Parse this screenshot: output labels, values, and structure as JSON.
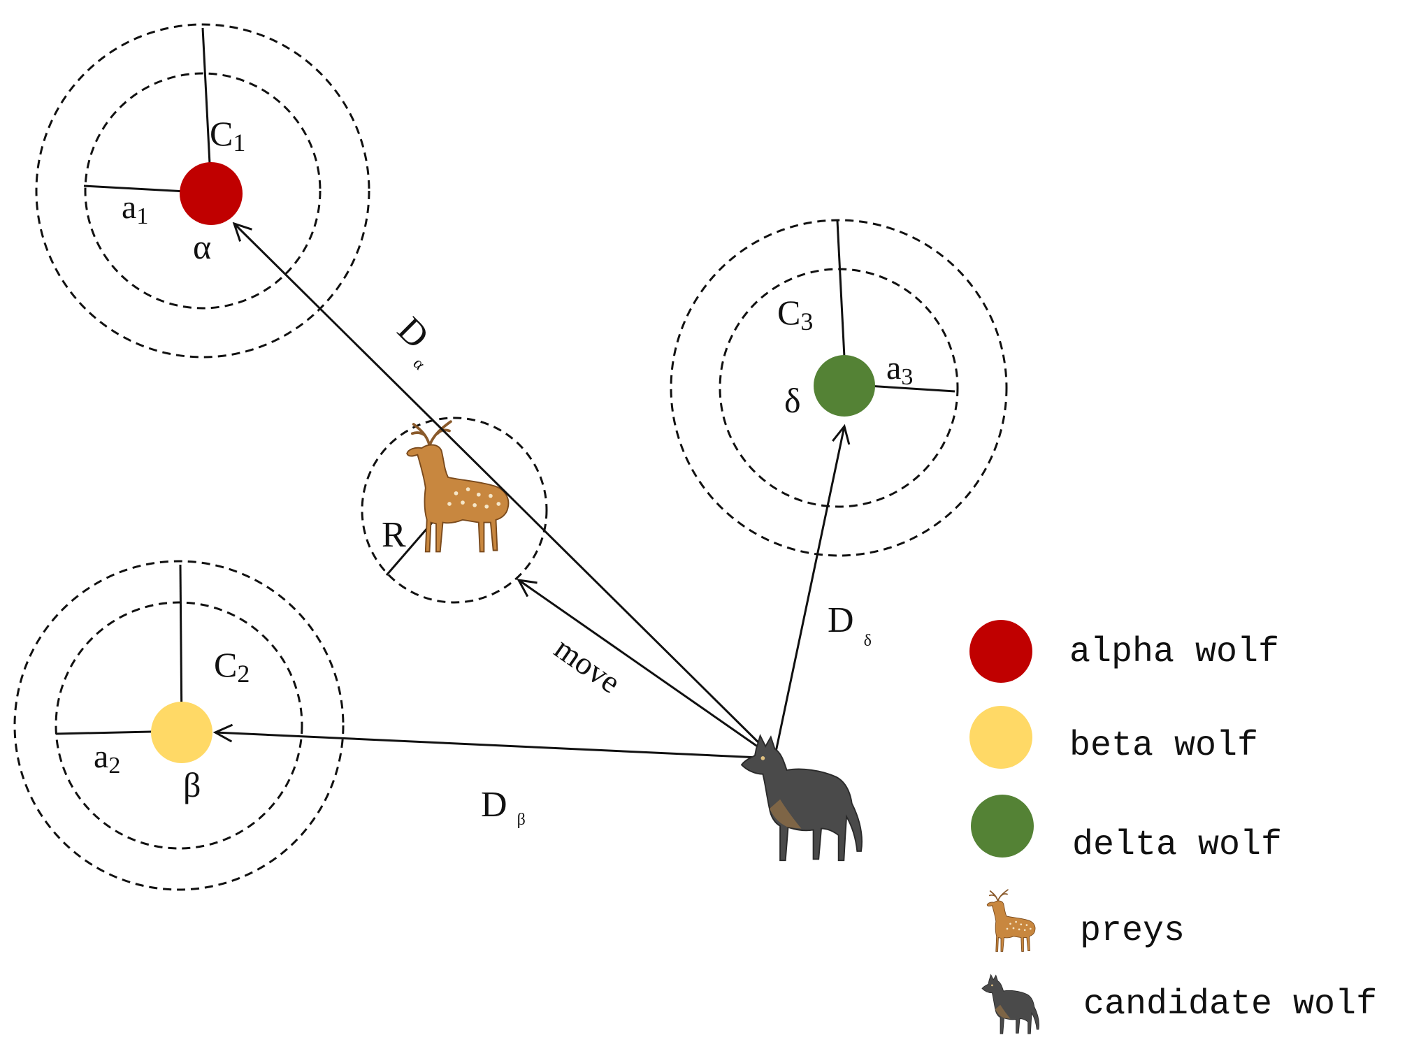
{
  "colors": {
    "alpha": "#c00000",
    "beta": "#ffd966",
    "delta": "#548235"
  },
  "labels": {
    "c1": "C",
    "c1_sub": "1",
    "a1": "a",
    "a1_sub": "1",
    "alpha_symbol": "α",
    "c2": "C",
    "c2_sub": "2",
    "a2": "a",
    "a2_sub": "2",
    "beta_symbol": "β",
    "c3": "C",
    "c3_sub": "3",
    "a3": "a",
    "a3_sub": "3",
    "delta_symbol": "δ",
    "r": "R",
    "d_alpha": "D",
    "d_alpha_sub": "α",
    "d_beta": "D",
    "d_beta_sub": "β",
    "d_delta": "D",
    "d_delta_sub": "δ",
    "move": "move"
  },
  "legend": {
    "alpha": "alpha wolf",
    "beta": "beta wolf",
    "delta": "delta wolf",
    "prey": "preys",
    "candidate": "candidate wolf"
  },
  "icons": {
    "prey": "deer-icon",
    "candidate": "wolf-icon"
  }
}
